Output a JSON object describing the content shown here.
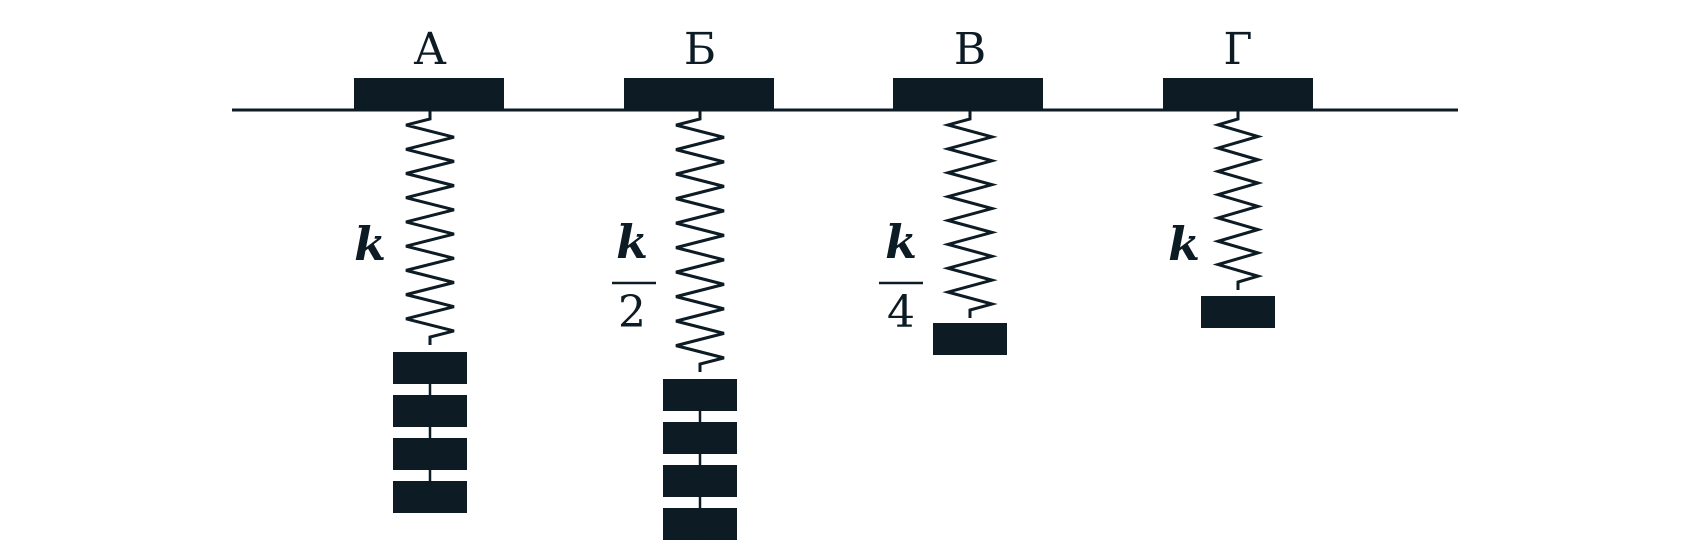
{
  "colors": {
    "ink": "#0c1b24",
    "background": "#ffffff"
  },
  "systems": [
    {
      "label": "А",
      "coefficient": "k",
      "denominator": "",
      "weights": 4,
      "coils": 18
    },
    {
      "label": "Б",
      "coefficient": "k",
      "denominator": "2",
      "weights": 4,
      "coils": 20
    },
    {
      "label": "В",
      "coefficient": "k",
      "denominator": "4",
      "weights": 1,
      "coils": 16
    },
    {
      "label": "Г",
      "coefficient": "k",
      "denominator": "",
      "weights": 1,
      "coils": 14
    }
  ]
}
